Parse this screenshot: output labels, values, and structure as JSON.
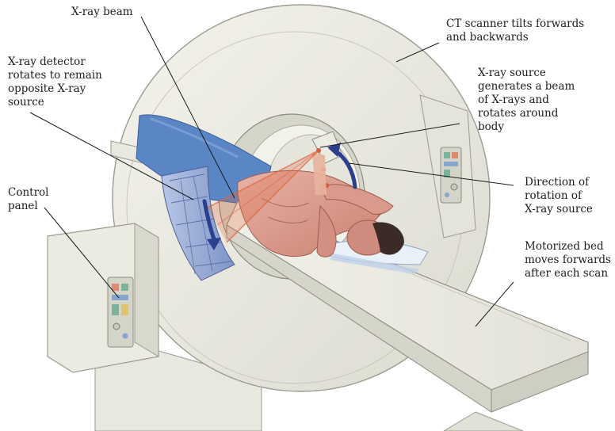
{
  "labels": {
    "xray_beam": "X-ray beam",
    "ct_tilts": "CT scanner tilts forwards\nand backwards",
    "detector": "X-ray detector\nrotates to remain\nopposite X-ray\nsource",
    "source": "X-ray source\ngenerates a beam\nof X-rays and\nrotates around\nbody",
    "direction": "Direction of\nrotation of\nX-ray source",
    "control_panel": "Control\npanel",
    "motorized_bed": "Motorized bed\nmoves forwards\nafter each scan"
  },
  "colors": {
    "gantry": "#ecebe2",
    "gantry_shadow": "#d9d8cc",
    "detector": "#9fb1d9",
    "blanket": "#5a86c6",
    "beam": "#e0643c",
    "arrow": "#2c3f8f",
    "skin": "#d4948a",
    "leader": "#1a1a1a"
  }
}
